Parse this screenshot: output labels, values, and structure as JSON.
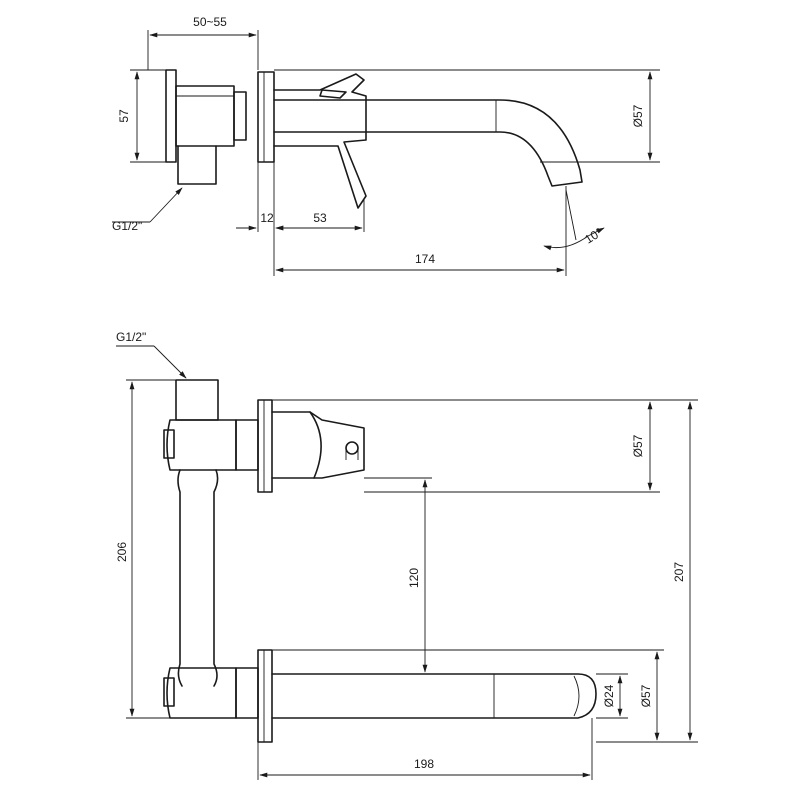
{
  "dimensions": {
    "top_depth": "50~55",
    "top_flange_height": "57",
    "top_flange_dia": "Ø57",
    "top_connection": "G1/2\"",
    "top_offset_12": "12",
    "top_offset_53": "53",
    "top_spout_angle": "10°",
    "top_spout_length": "174",
    "bottom_connection": "G1/2\"",
    "bottom_body_height": "206",
    "bottom_upper_dia": "Ø57",
    "bottom_center_distance": "120",
    "bottom_overall_height": "207",
    "bottom_spout_dia": "Ø24",
    "bottom_lower_dia": "Ø57",
    "bottom_spout_length": "198"
  }
}
